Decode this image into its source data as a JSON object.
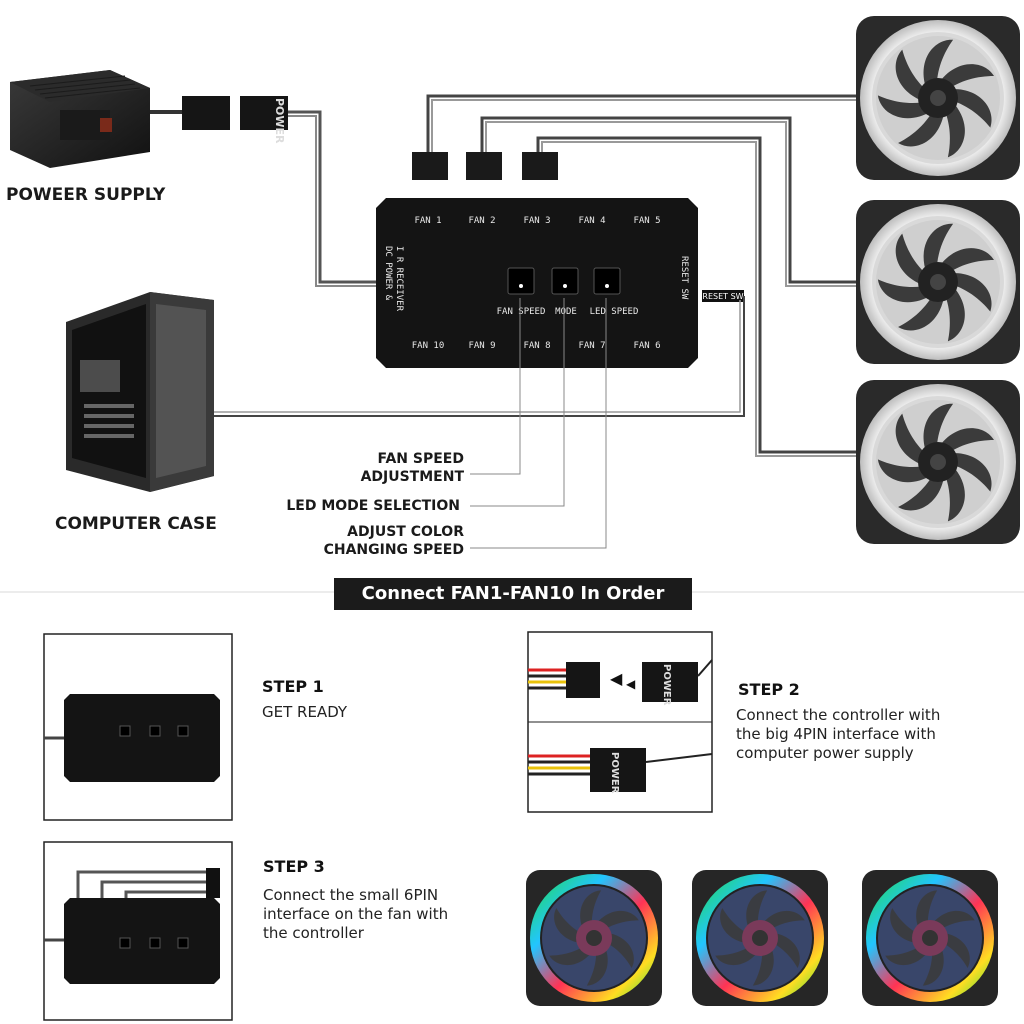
{
  "components": {
    "power_supply": "POWEER SUPPLY",
    "computer_case": "COMPUTER CASE",
    "power_connector": "POWER",
    "reset_sw_tag": "RESET SW"
  },
  "hub": {
    "fan_ports_top": [
      "FAN 1",
      "FAN 2",
      "FAN 3",
      "FAN 4",
      "FAN 5"
    ],
    "fan_ports_bottom": [
      "FAN 10",
      "FAN 9",
      "FAN 8",
      "FAN 7",
      "FAN 6"
    ],
    "button_labels": [
      "FAN SPEED",
      "MODE",
      "LED SPEED"
    ],
    "dc_power_label": "DC POWER &",
    "ir_label": "I R RECEIVER",
    "reset_label": "RESET SW"
  },
  "callouts": {
    "fan_speed": [
      "FAN SPEED",
      "ADJUSTMENT"
    ],
    "led_mode": "LED MODE SELECTION",
    "color_speed": [
      "ADJUST COLOR",
      "CHANGING SPEED"
    ]
  },
  "banner": "Connect FAN1-FAN10 In Order",
  "steps": [
    {
      "title": "STEP 1",
      "text": "GET READY"
    },
    {
      "title": "STEP 2",
      "text": [
        "Connect the controller with",
        "the big 4PIN interface with",
        "computer power supply"
      ]
    },
    {
      "title": "STEP 3",
      "text": [
        "Connect the small 6PIN",
        "interface on the fan with",
        "the controller"
      ]
    }
  ]
}
